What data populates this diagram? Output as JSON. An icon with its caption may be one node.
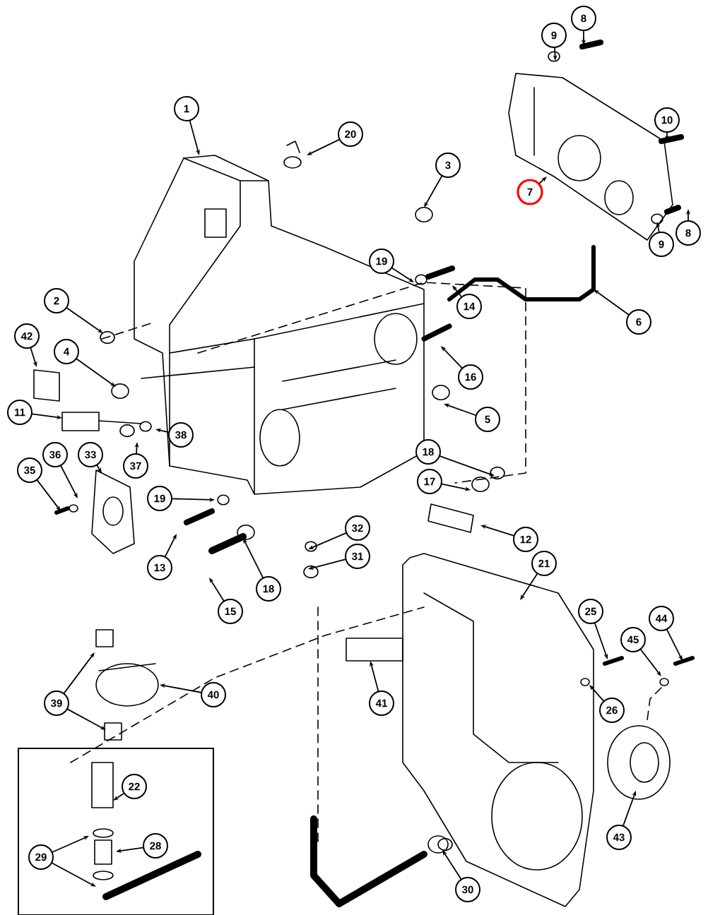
{
  "diagram": {
    "nodes": [
      {
        "text": [
          "8"
        ]
      },
      {
        "text": [
          "9"
        ]
      },
      {
        "text": [
          "1"
        ]
      },
      {
        "text": [
          "10"
        ]
      },
      {
        "text": [
          "20"
        ]
      },
      {
        "text": [
          "3"
        ]
      },
      {
        "text": [
          "7"
        ]
      },
      {
        "text": [
          "8"
        ]
      },
      {
        "text": [
          "9"
        ]
      },
      {
        "text": [
          "19"
        ]
      },
      {
        "text": [
          "2"
        ]
      },
      {
        "text": [
          "14"
        ]
      },
      {
        "text": [
          "6"
        ]
      },
      {
        "text": [
          "42"
        ]
      },
      {
        "text": [
          "4"
        ]
      },
      {
        "text": [
          "16"
        ]
      },
      {
        "text": [
          "11"
        ]
      },
      {
        "text": [
          "5"
        ]
      },
      {
        "text": [
          "38"
        ]
      },
      {
        "text": [
          "18"
        ]
      },
      {
        "text": [
          "36"
        ]
      },
      {
        "text": [
          "33"
        ]
      },
      {
        "text": [
          "37"
        ]
      },
      {
        "text": [
          "35"
        ]
      },
      {
        "text": [
          "17"
        ]
      },
      {
        "text": [
          "19"
        ]
      },
      {
        "text": [
          "32"
        ]
      },
      {
        "text": [
          "12"
        ]
      },
      {
        "text": [
          "31"
        ]
      },
      {
        "text": [
          "21"
        ]
      },
      {
        "text": [
          "13"
        ]
      },
      {
        "text": [
          "18"
        ]
      },
      {
        "text": [
          "25"
        ]
      },
      {
        "text": [
          "15"
        ]
      },
      {
        "text": [
          "44"
        ]
      },
      {
        "text": [
          "45"
        ]
      },
      {
        "text": [
          "40"
        ]
      },
      {
        "text": [
          "41"
        ]
      },
      {
        "text": [
          "39"
        ]
      },
      {
        "text": [
          "26"
        ]
      },
      {
        "text": [
          "22"
        ]
      },
      {
        "text": [
          "43"
        ]
      },
      {
        "text": [
          "28"
        ]
      },
      {
        "text": [
          "29"
        ]
      },
      {
        "text": [
          "30"
        ]
      }
    ],
    "edges": [
      {
        "from": 0,
        "to": null,
        "arrow": "to"
      },
      {
        "from": 1,
        "to": null,
        "arrow": "to"
      },
      {
        "from": 2,
        "to": null,
        "arrow": "to"
      },
      {
        "from": 3,
        "to": null,
        "arrow": "to"
      },
      {
        "from": 4,
        "to": null,
        "arrow": "to"
      },
      {
        "from": 5,
        "to": null,
        "arrow": "to"
      },
      {
        "from": 6,
        "to": null,
        "arrow": "to"
      },
      {
        "from": 7,
        "to": null,
        "arrow": "to"
      },
      {
        "from": 8,
        "to": null,
        "arrow": "to"
      },
      {
        "from": 9,
        "to": null,
        "arrow": "to"
      },
      {
        "from": 10,
        "to": null,
        "arrow": "to"
      },
      {
        "from": 11,
        "to": null,
        "arrow": "to"
      },
      {
        "from": 12,
        "to": null,
        "arrow": "to"
      },
      {
        "from": 13,
        "to": null,
        "arrow": "to"
      },
      {
        "from": 14,
        "to": null,
        "arrow": "to"
      },
      {
        "from": 15,
        "to": null,
        "arrow": "to"
      },
      {
        "from": 16,
        "to": null,
        "arrow": "to"
      },
      {
        "from": 17,
        "to": null,
        "arrow": "to"
      },
      {
        "from": 18,
        "to": null,
        "arrow": "to"
      },
      {
        "from": 19,
        "to": null,
        "arrow": "to"
      },
      {
        "from": 20,
        "to": null,
        "arrow": "to"
      },
      {
        "from": 21,
        "to": null,
        "arrow": "to"
      },
      {
        "from": 22,
        "to": null,
        "arrow": "to"
      },
      {
        "from": 23,
        "to": null,
        "arrow": "to"
      },
      {
        "from": 24,
        "to": null,
        "arrow": "to"
      },
      {
        "from": 25,
        "to": null,
        "arrow": "to"
      },
      {
        "from": 26,
        "to": null,
        "arrow": "to"
      },
      {
        "from": 27,
        "to": null,
        "arrow": "to"
      },
      {
        "from": 28,
        "to": null,
        "arrow": "to"
      },
      {
        "from": 29,
        "to": null,
        "arrow": "to"
      },
      {
        "from": 30,
        "to": null,
        "arrow": "to"
      },
      {
        "from": 31,
        "to": null,
        "arrow": "to"
      },
      {
        "from": 32,
        "to": null,
        "arrow": "to"
      },
      {
        "from": 33,
        "to": null,
        "arrow": "to"
      },
      {
        "from": 34,
        "to": null,
        "arrow": "to"
      },
      {
        "from": 35,
        "to": null,
        "arrow": "to"
      },
      {
        "from": 36,
        "to": null,
        "arrow": "to"
      },
      {
        "from": 37,
        "to": null,
        "arrow": "to"
      },
      {
        "from": 38,
        "to": null,
        "arrow": "to"
      },
      {
        "from": 38,
        "to": null,
        "arrow": "to"
      },
      {
        "from": 39,
        "to": null,
        "arrow": "to"
      },
      {
        "from": 40,
        "to": null,
        "arrow": "to"
      },
      {
        "from": 41,
        "to": null,
        "arrow": "to"
      },
      {
        "from": 42,
        "to": null,
        "arrow": "to"
      },
      {
        "from": 43,
        "to": null,
        "arrow": "to"
      },
      {
        "from": 43,
        "to": null,
        "arrow": "to"
      },
      {
        "from": 44,
        "to": null,
        "arrow": "to"
      }
    ]
  }
}
